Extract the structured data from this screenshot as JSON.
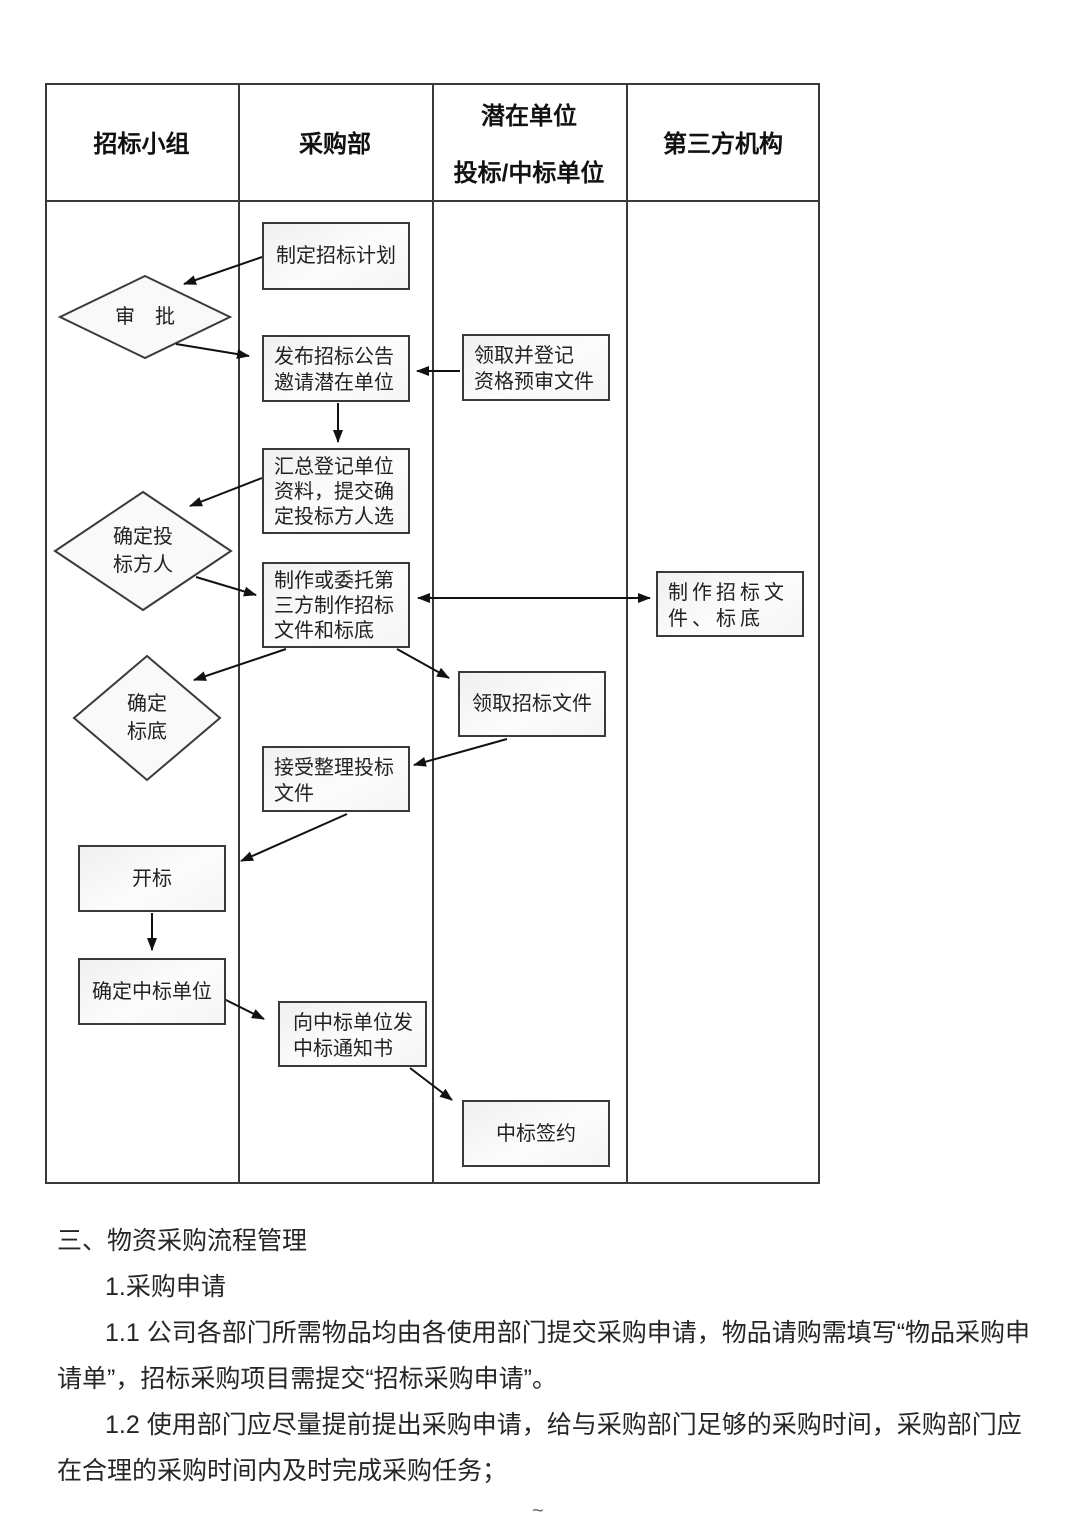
{
  "lanes": {
    "lane1": "招标小组",
    "lane2": "采购部",
    "lane3_top": "潜在单位",
    "lane3_bottom": "投标/中标单位",
    "lane4": "第三方机构"
  },
  "nodes": {
    "plan": "制定招标计划",
    "approve": "审　批",
    "announce": "发布招标公告\n邀请潜在单位",
    "prequal": "领取并登记\n资格预审文件",
    "summarize": "汇总登记单位\n资料，提交确\n定投标方人选",
    "select_bidders": "确定投\n标方人",
    "make_docs": "制作或委托第\n三方制作招标\n文件和标底",
    "third_party_make": "制作招标文件、标底",
    "set_base_price": "确定\n标底",
    "get_docs": "领取招标文件",
    "accept_bids": "接受整理投标\n文件",
    "open_bids": "开标",
    "determine_winner": "确定中标单位",
    "send_notice": "向中标单位发\n中标通知书",
    "sign_contract": "中标签约"
  },
  "body": {
    "lines": [
      "三、物资采购流程管理",
      "1.采购申请",
      "1.1 公司各部门所需物品均由各使用部门提交采购申请，物品请购需填写“物品采购申",
      "请单”，招标采购项目需提交“招标采购申请”。",
      "1.2 使用部门应尽量提前提出采购申请，给与采购部门足够的采购时间，采购部门应",
      "在合理的采购时间内及时完成采购任务；"
    ]
  },
  "footer_mark": "~",
  "colors": {
    "line_color": "#2f2f2f",
    "box_border": "#3a3a3a",
    "box_fill": "#f6f6f6",
    "text_color": "#1c1c1c",
    "background": "#ffffff"
  }
}
